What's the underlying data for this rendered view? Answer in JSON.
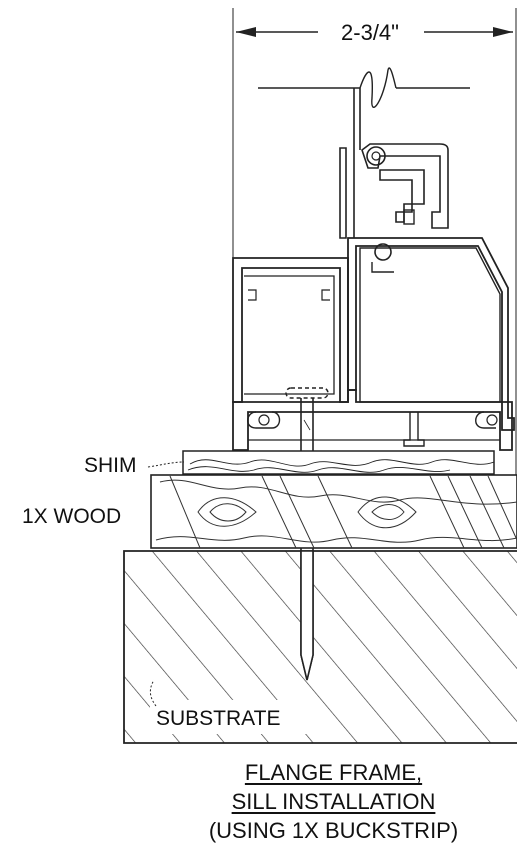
{
  "dimension": {
    "value": "2-3/4\""
  },
  "labels": {
    "shim": "SHIM",
    "wood": "1X WOOD",
    "substrate": "SUBSTRATE"
  },
  "caption": {
    "line1": "FLANGE FRAME,",
    "line2": "SILL INSTALLATION",
    "line3": "(USING 1X BUCKSTRIP)"
  },
  "colors": {
    "ink": "#222222",
    "paper": "#ffffff"
  }
}
